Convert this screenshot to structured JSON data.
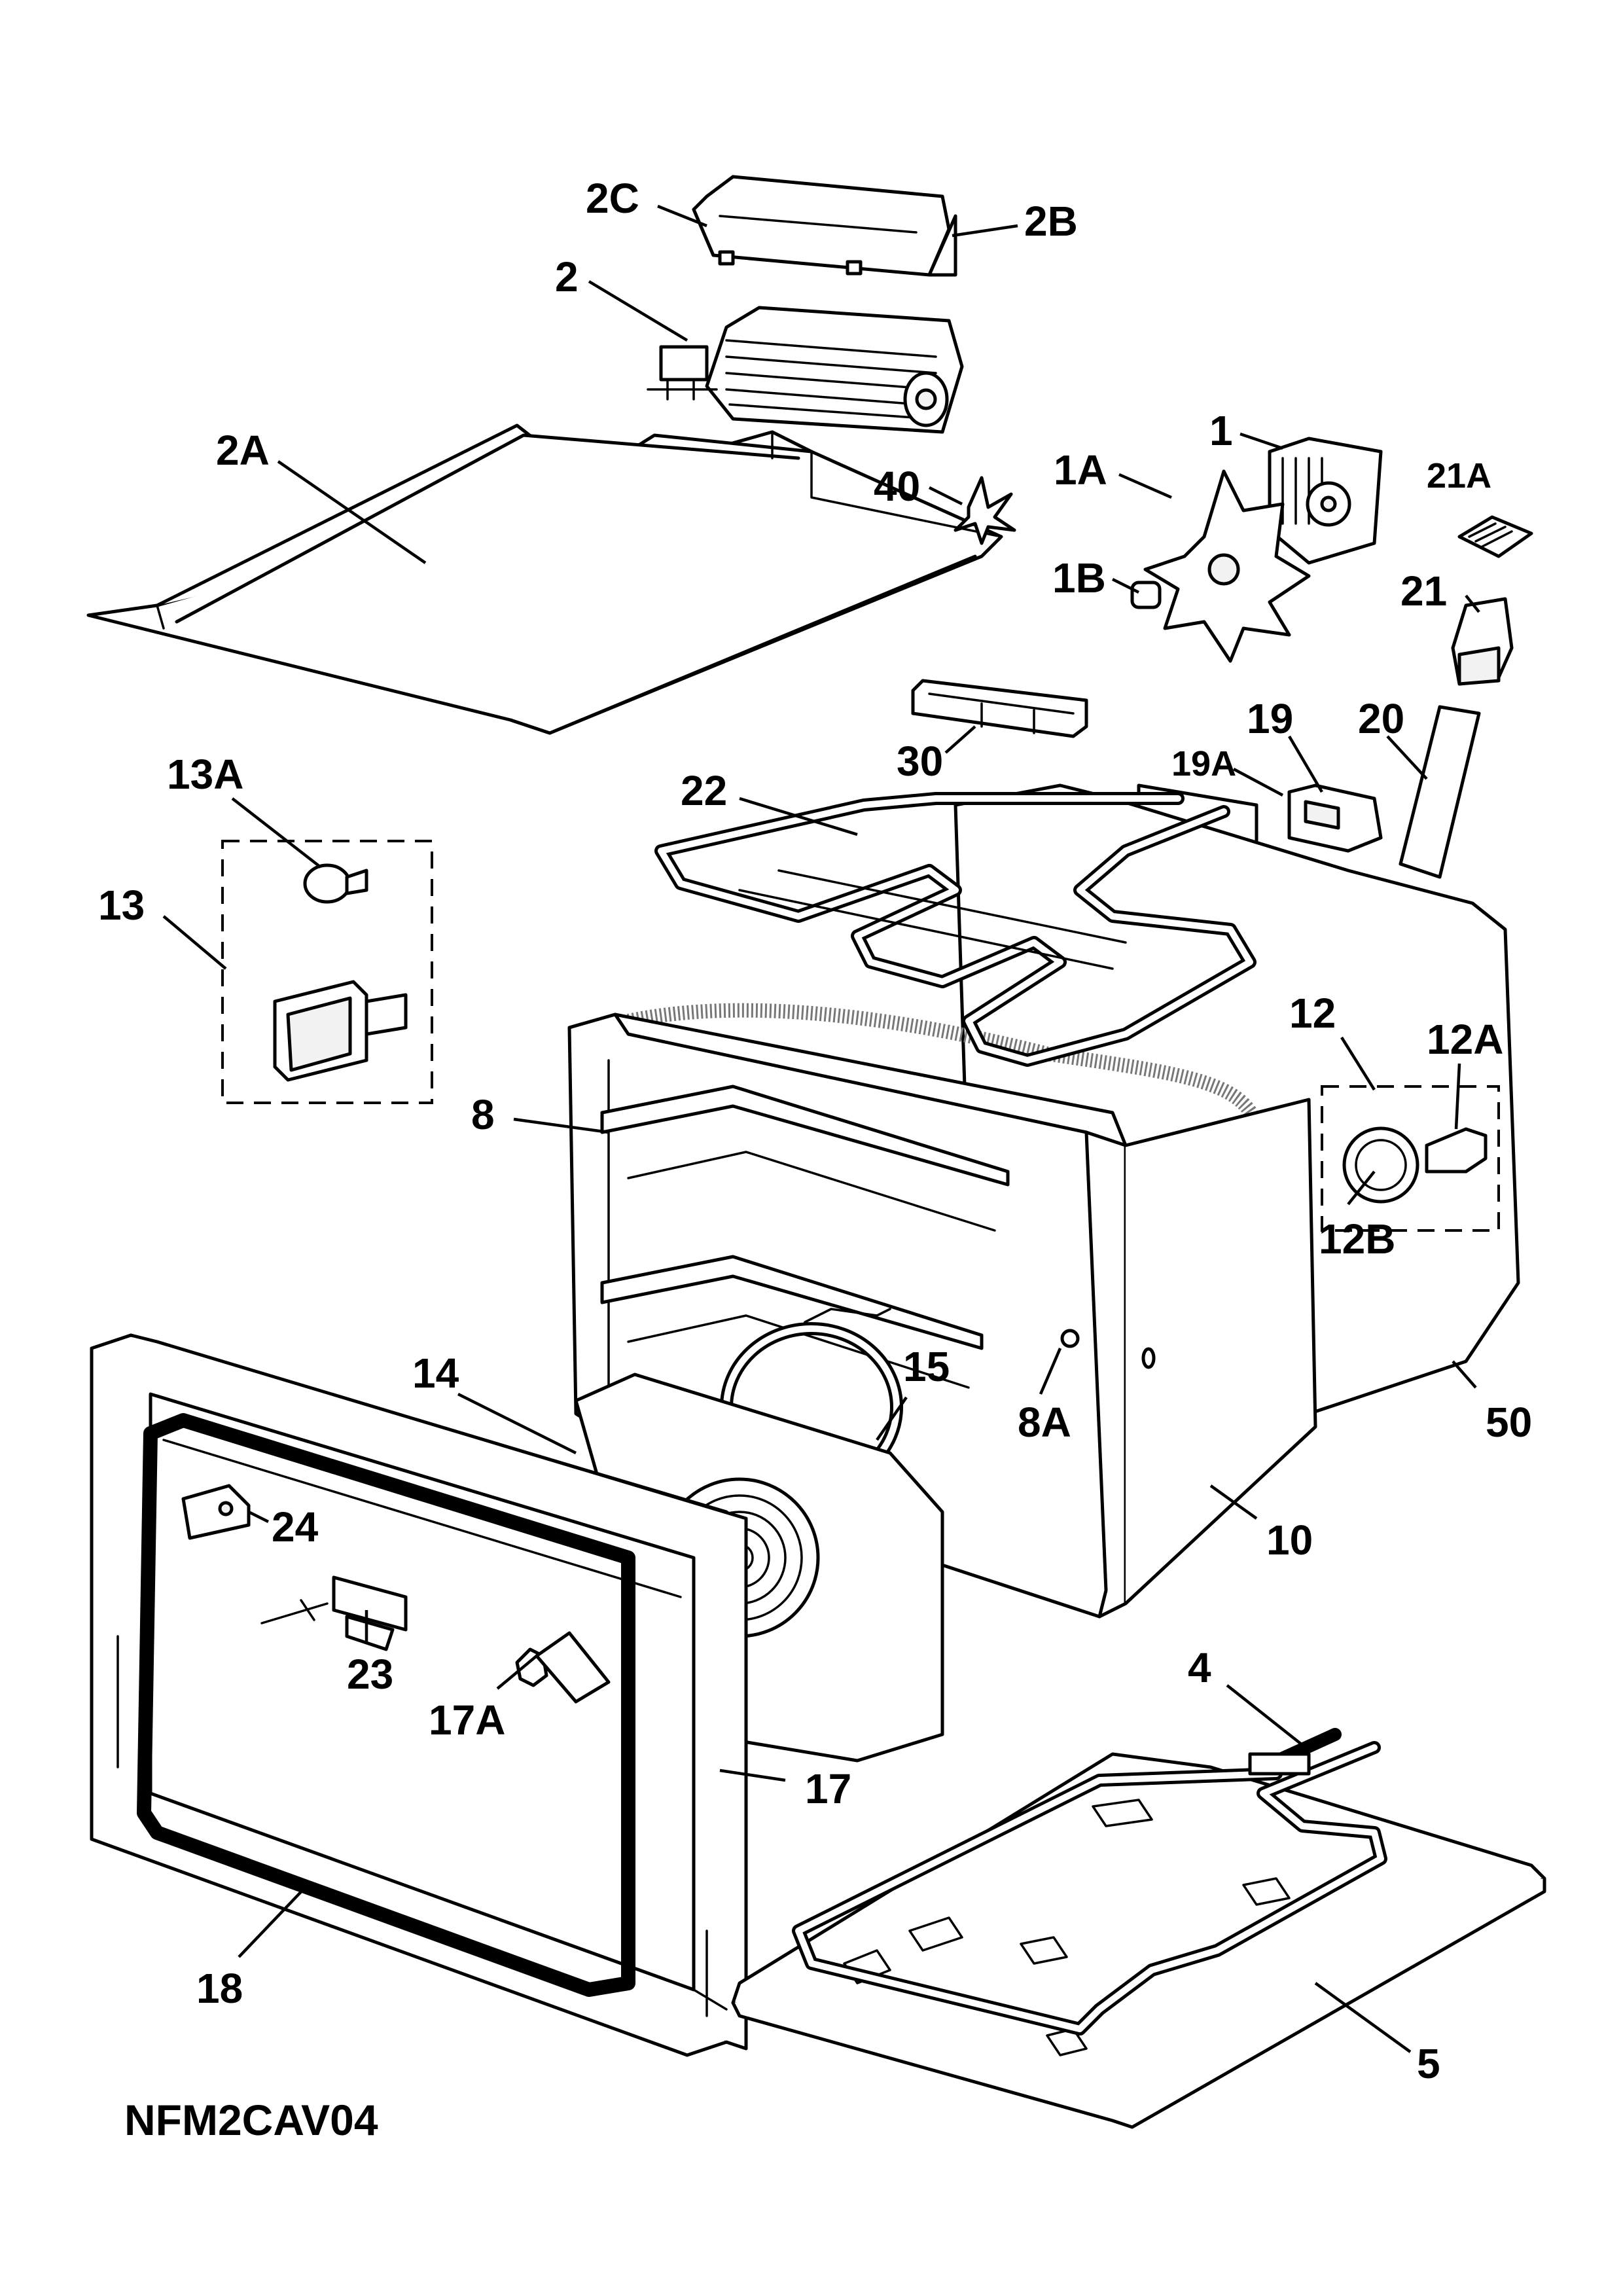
{
  "diagram_code": "NFM2CAV04",
  "callouts": {
    "p1": "1",
    "p1A": "1A",
    "p1B": "1B",
    "p2": "2",
    "p2A": "2A",
    "p2B": "2B",
    "p2C": "2C",
    "p4": "4",
    "p5": "5",
    "p8": "8",
    "p8A": "8A",
    "p10": "10",
    "p12": "12",
    "p12A": "12A",
    "p12B": "12B",
    "p13": "13",
    "p13A": "13A",
    "p14": "14",
    "p15": "15",
    "p17": "17",
    "p17A": "17A",
    "p18": "18",
    "p19": "19",
    "p19A": "19A",
    "p20": "20",
    "p21": "21",
    "p21A": "21A",
    "p22": "22",
    "p23": "23",
    "p24": "24",
    "p30": "30",
    "p40": "40",
    "p50": "50"
  }
}
